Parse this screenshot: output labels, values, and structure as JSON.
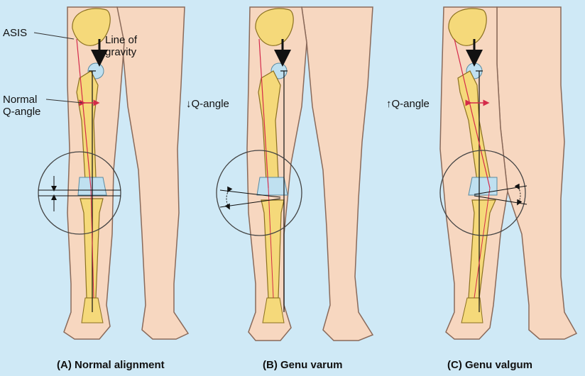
{
  "colors": {
    "background": "#cfe9f6",
    "skin": "#f7d7c0",
    "skin_outline": "#8a6a5a",
    "bone": "#f5d97a",
    "bone_outline": "#8a7020",
    "ligament_line": "#d42a4a",
    "arrow_red": "#d42a4a",
    "ink": "#111111"
  },
  "panels": [
    {
      "caption": "(A) Normal alignment",
      "labels": {
        "asis": "ASIS",
        "gravity": "Line of\ngravity",
        "q_angle": "Normal\nQ-angle"
      }
    },
    {
      "caption": "(B) Genu varum",
      "labels": {
        "q_angle": "↓Q-angle"
      }
    },
    {
      "caption": "(C) Genu valgum",
      "labels": {
        "q_angle": "↑Q-angle"
      }
    }
  ]
}
